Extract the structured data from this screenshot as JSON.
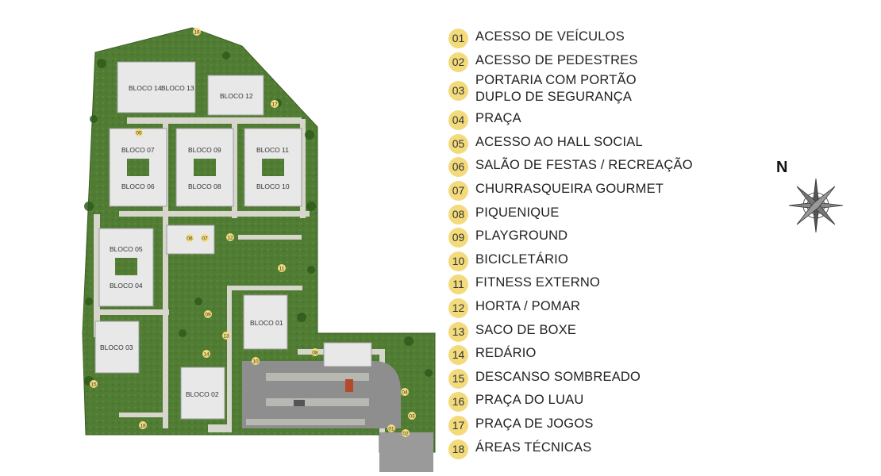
{
  "colors": {
    "lawn": "#4f7a32",
    "lawn_dark": "#3e6426",
    "path": "#d9d9d0",
    "building": "#e6e6e6",
    "parking": "#8d8d8d",
    "marker": "#f3db7c"
  },
  "legend": {
    "items": [
      {
        "num": "01",
        "label": "ACESSO DE VEÍCULOS"
      },
      {
        "num": "02",
        "label": "ACESSO DE PEDESTRES"
      },
      {
        "num": "03",
        "label": "PORTARIA COM PORTÃO",
        "label2": "DUPLO  DE SEGURANÇA"
      },
      {
        "num": "04",
        "label": "PRAÇA"
      },
      {
        "num": "05",
        "label": "ACESSO AO HALL SOCIAL"
      },
      {
        "num": "06",
        "label": "SALÃO DE FESTAS / RECREAÇÃO"
      },
      {
        "num": "07",
        "label": "CHURRASQUEIRA GOURMET"
      },
      {
        "num": "08",
        "label": "PIQUENIQUE"
      },
      {
        "num": "09",
        "label": "PLAYGROUND"
      },
      {
        "num": "10",
        "label": "BICICLETÁRIO"
      },
      {
        "num": "11",
        "label": "FITNESS EXTERNO"
      },
      {
        "num": "12",
        "label": "HORTA / POMAR"
      },
      {
        "num": "13",
        "label": "SACO DE BOXE"
      },
      {
        "num": "14",
        "label": "REDÁRIO"
      },
      {
        "num": "15",
        "label": "DESCANSO SOMBREADO"
      },
      {
        "num": "16",
        "label": "PRAÇA DO LUAU"
      },
      {
        "num": "17",
        "label": "PRAÇA DE JOGOS"
      },
      {
        "num": "18",
        "label": "ÁREAS TÉCNICAS"
      }
    ]
  },
  "compass": {
    "north_label": "N"
  },
  "map": {
    "blocks": {
      "b14": "BLOCO 14",
      "b13": "BLOCO 13",
      "b12": "BLOCO 12",
      "b07": "BLOCO 07",
      "b09": "BLOCO 09",
      "b11": "BLOCO 11",
      "b06": "BLOCO 06",
      "b08": "BLOCO 08",
      "b10": "BLOCO 10",
      "b05": "BLOCO 05",
      "b04": "BLOCO 04",
      "b01": "BLOCO 01",
      "b03": "BLOCO 03",
      "b02": "BLOCO 02"
    },
    "markers": [
      "01",
      "02",
      "03",
      "04",
      "05",
      "06",
      "07",
      "08",
      "09",
      "10",
      "11",
      "12",
      "13",
      "14",
      "15",
      "16",
      "17",
      "18"
    ]
  }
}
